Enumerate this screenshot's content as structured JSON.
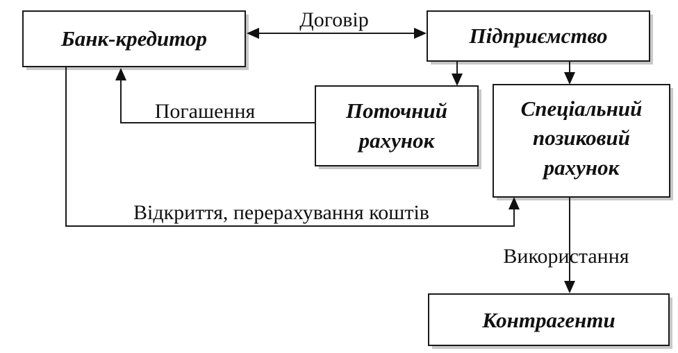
{
  "boxes": {
    "bank": {
      "label": "Банк-кредитор"
    },
    "enterprise": {
      "label": "Підприємство"
    },
    "current_account": {
      "lines": [
        "Поточний",
        "рахунок"
      ]
    },
    "special_account": {
      "lines": [
        "Спеціальний",
        "позиковий",
        "рахунок"
      ]
    },
    "counterparties": {
      "label": "Контрагенти"
    }
  },
  "labels": {
    "contract": "Договір",
    "repayment": "Погашення",
    "opening": "Відкриття, перерахування коштів",
    "usage": "Використання"
  },
  "colors": {
    "line": "#1a1a1a",
    "shadow": "#c8c8c8",
    "text": "#111111"
  }
}
